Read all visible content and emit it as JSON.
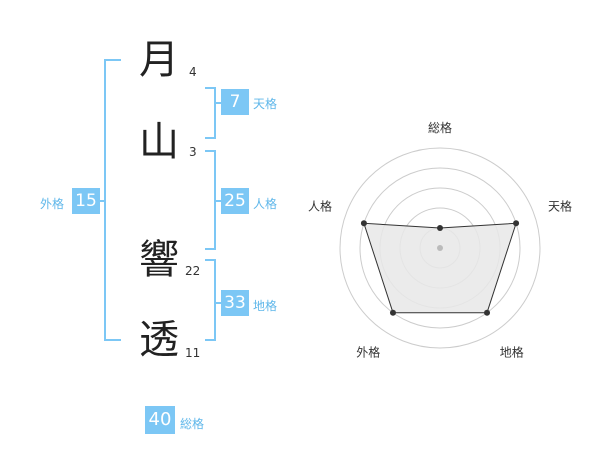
{
  "characters": [
    {
      "char": "月",
      "strokes": "4"
    },
    {
      "char": "山",
      "strokes": "3"
    },
    {
      "char": "響",
      "strokes": "22"
    },
    {
      "char": "透",
      "strokes": "11"
    }
  ],
  "fortunes": {
    "ten": {
      "value": "7",
      "label": "天格"
    },
    "jin": {
      "value": "25",
      "label": "人格"
    },
    "chi": {
      "value": "33",
      "label": "地格"
    },
    "gai": {
      "value": "15",
      "label": "外格"
    },
    "sou": {
      "value": "40",
      "label": "総格"
    }
  },
  "radar": {
    "axes": [
      "総格",
      "天格",
      "地格",
      "外格",
      "人格"
    ],
    "levels": 5,
    "values": [
      0.2,
      0.8,
      0.8,
      0.8,
      0.8
    ],
    "colors": {
      "ring": "#cccccc",
      "fill": "#e8e8e8",
      "line": "#333333",
      "point": "#333333",
      "center": "#bbbbbb"
    }
  },
  "colors": {
    "accent": "#7cc7f5",
    "bracket": "#7cc7f5",
    "label": "#5fb7ea"
  }
}
